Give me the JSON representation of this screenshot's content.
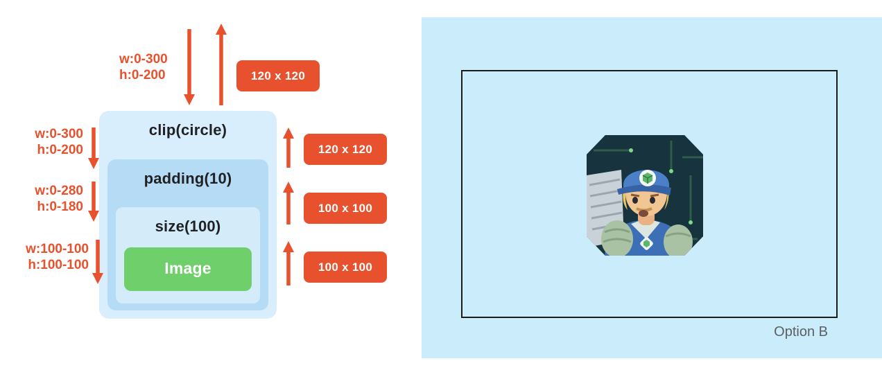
{
  "diagram": {
    "top": {
      "constraint_w": "w:0-300",
      "constraint_h": "h:0-200",
      "badge": "120 x 120"
    },
    "clip": {
      "label": "clip(circle)",
      "constraint_w": "w:0-300",
      "constraint_h": "h:0-200",
      "badge": "120 x 120"
    },
    "padding": {
      "label": "padding(10)",
      "constraint_w": "w:0-280",
      "constraint_h": "h:0-180",
      "badge": "100 x 100"
    },
    "size": {
      "label": "size(100)",
      "constraint_w": "w:100-100",
      "constraint_h": "h:100-100",
      "badge": "100 x 100"
    },
    "image": {
      "label": "Image"
    }
  },
  "preview": {
    "caption": "Option B"
  },
  "icons": {
    "down_arrow": "arrow-down-icon",
    "up_arrow": "arrow-up-icon"
  },
  "colors": {
    "accent": "#E8512D",
    "clip_box": "#D9EEFC",
    "padding_box": "#B5DCF4",
    "size_box": "#D4EBFA",
    "image_box": "#6FCF6B",
    "panel": "#CBECFB",
    "frame_border": "#1A1A1A",
    "caption_text": "#5A5F63"
  }
}
